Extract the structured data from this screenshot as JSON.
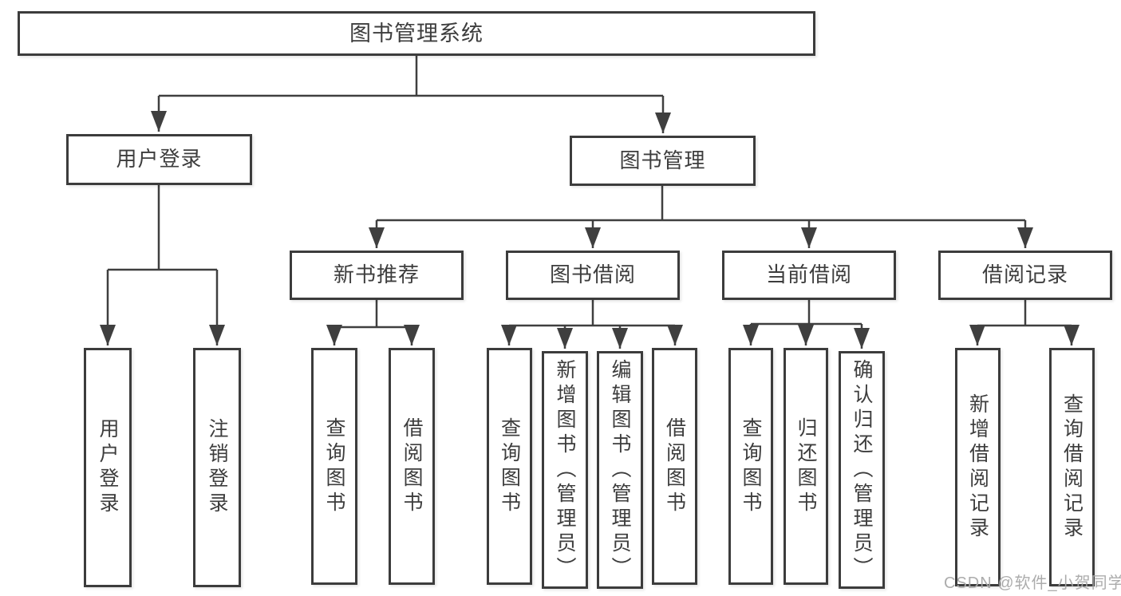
{
  "diagram": {
    "title": "图书管理系统",
    "tree": {
      "root": {
        "label": "图书管理系统"
      },
      "branches": [
        {
          "label": "用户登录",
          "children": [
            "用户登录",
            "注销登录"
          ]
        },
        {
          "label": "图书管理",
          "children": [
            {
              "label": "新书推荐",
              "children": [
                "查询图书",
                "借阅图书"
              ]
            },
            {
              "label": "图书借阅",
              "children": [
                "查询图书",
                "新增图书（管理员）",
                "编辑图书（管理员）",
                "借阅图书"
              ]
            },
            {
              "label": "当前借阅",
              "children": [
                "查询图书",
                "归还图书",
                "确认归还（管理员）"
              ]
            },
            {
              "label": "借阅记录",
              "children": [
                "新增借阅记录",
                "查询借阅记录"
              ]
            }
          ]
        }
      ]
    },
    "watermark": "CSDN @软件_小贺同学",
    "colors": {
      "line": "#3f3f3f",
      "box_border": "#3c3c3c",
      "text": "#3d3d3d",
      "watermark": "#a8a8a8",
      "background": "#ffffff"
    }
  }
}
